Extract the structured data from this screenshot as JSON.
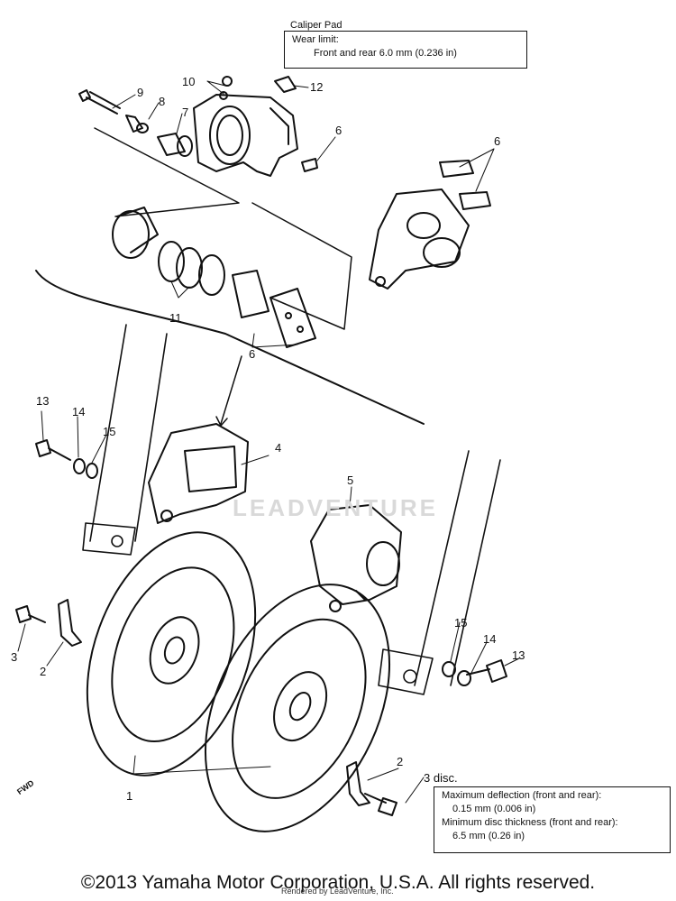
{
  "pad_spec": {
    "title": "Caliper  Pad",
    "wear_label": "Wear limit:",
    "wear_value": "Front and rear 6.0 mm (0.236 in)"
  },
  "disc_spec": {
    "line1": "Maximum deflection (front and rear):",
    "line2": "0.15 mm (0.006 in)",
    "line3": "Minimum disc thickness (front and rear):",
    "line4": "6.5 mm  (0.26 in)"
  },
  "callouts": {
    "c1": "1",
    "c2a": "2",
    "c2b": "2",
    "c3a": "3",
    "c3b": "3 disc.",
    "c4": "4",
    "c5": "5",
    "c6a": "6",
    "c6b": "6",
    "c6c": "6",
    "c7": "7",
    "c8": "8",
    "c9": "9",
    "c10": "10",
    "c11": "11",
    "c12": "12",
    "c13a": "13",
    "c13b": "13",
    "c14a": "14",
    "c14b": "14",
    "c15a": "15",
    "c15b": "15"
  },
  "fwd_label": "FWD",
  "watermark": "LEADVENTURE",
  "copyright": "©2013 Yamaha Motor Corporation, U.S.A. All rights reserved.",
  "credit": "Rendered by LeadVenture, Inc."
}
